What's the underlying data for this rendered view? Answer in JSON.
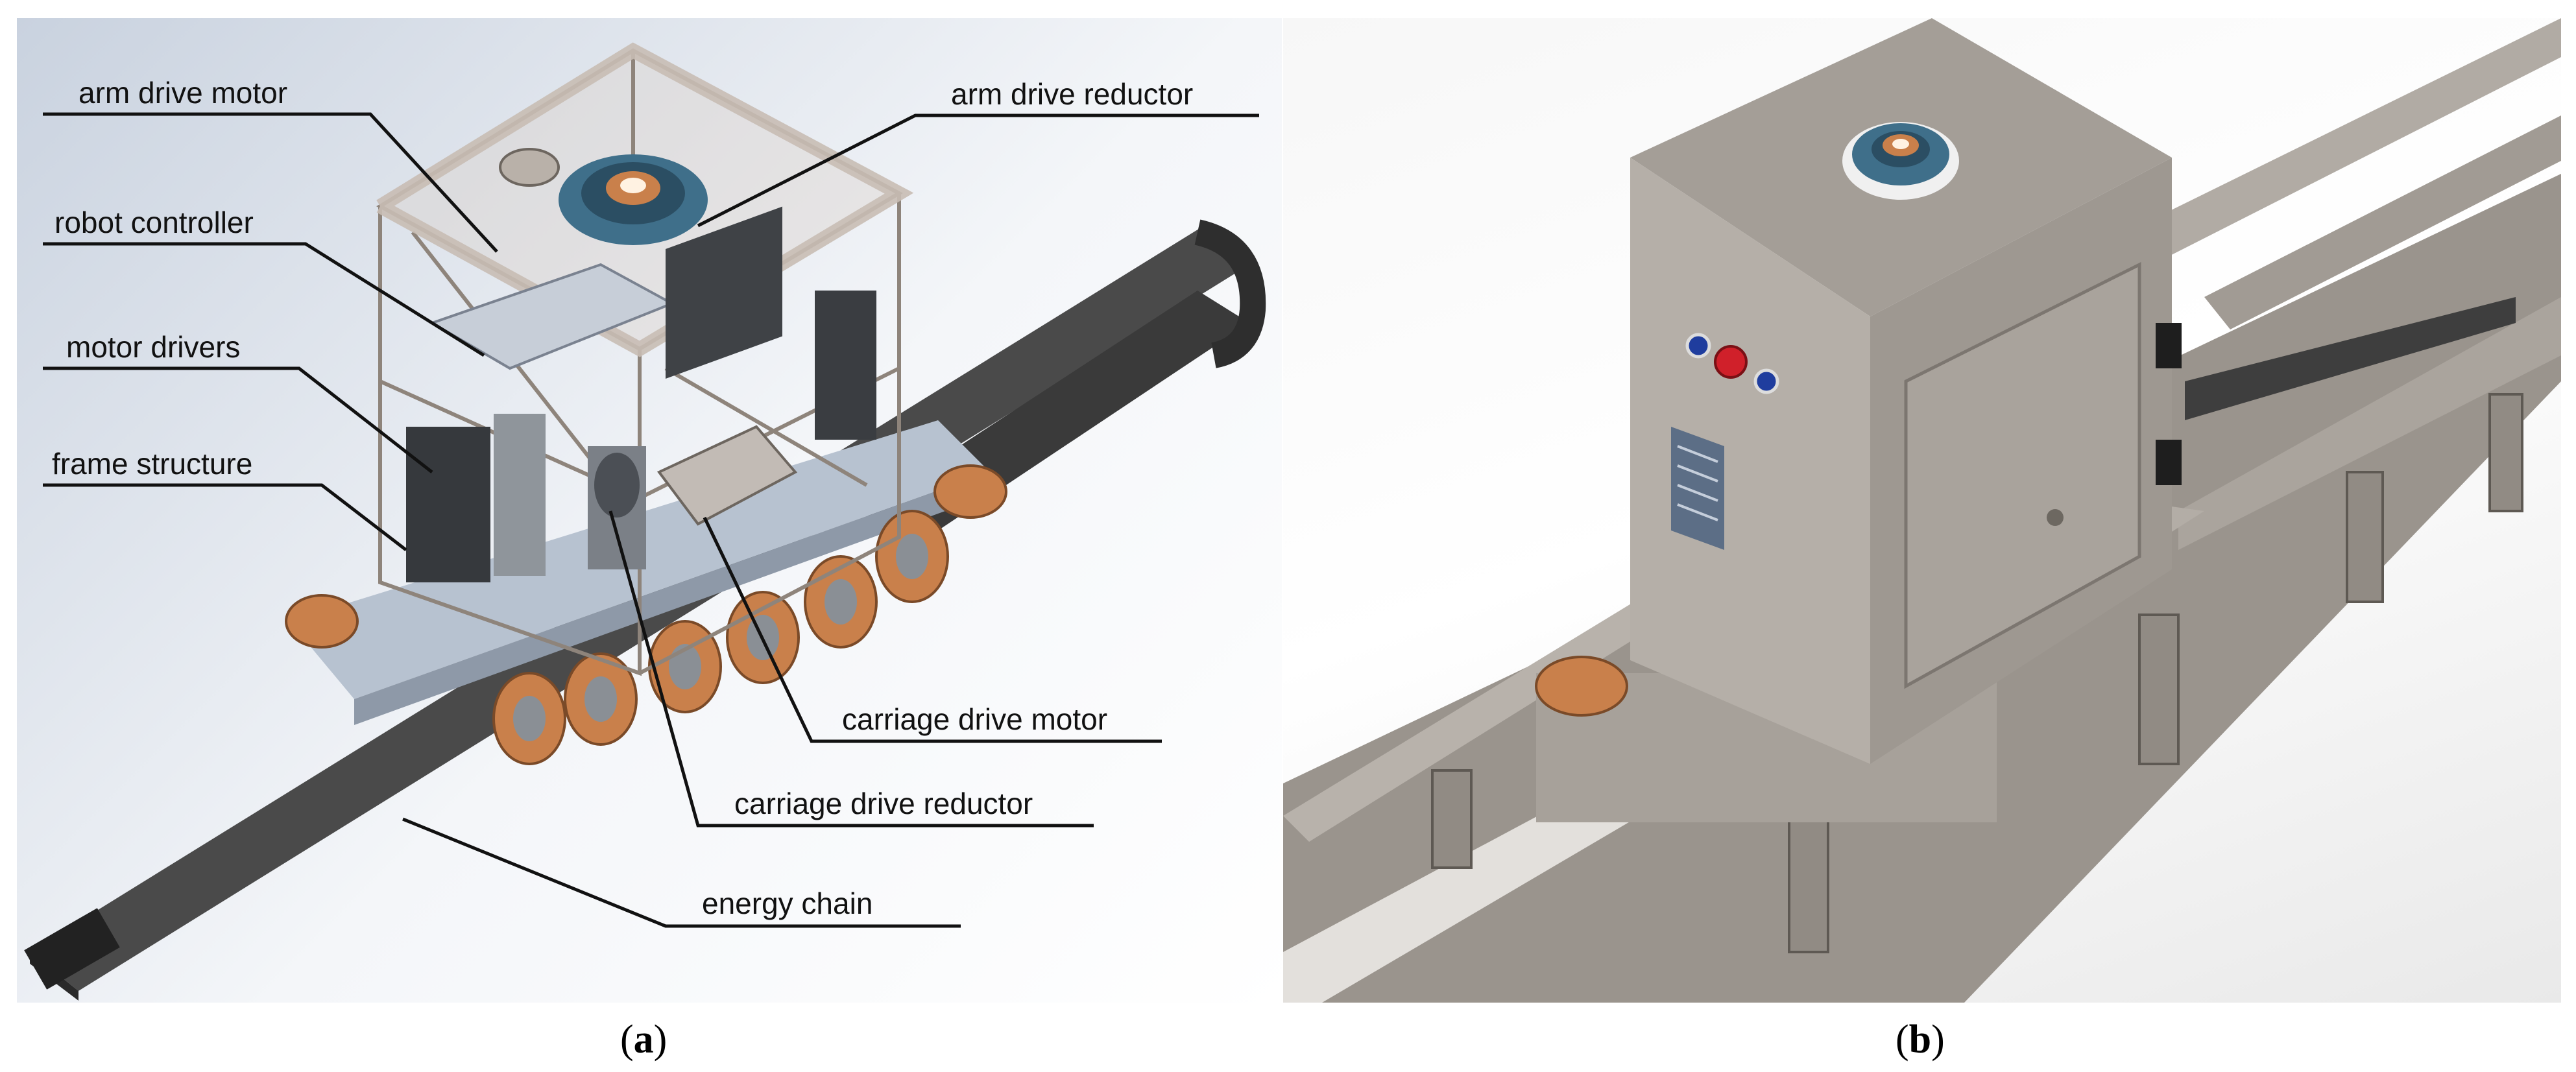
{
  "figure": {
    "panel_a": {
      "caption_letter": "a",
      "labels": {
        "arm_drive_motor": "arm drive motor",
        "arm_drive_reductor": "arm drive reductor",
        "robot_controller": "robot controller",
        "motor_drivers": "motor drivers",
        "frame_structure": "frame structure",
        "carriage_drive_motor": "carriage drive motor",
        "carriage_drive_reductor": "carriage drive reductor",
        "energy_chain": "energy chain"
      }
    },
    "panel_b": {
      "caption_letter": "b"
    }
  },
  "colors": {
    "frame": "#c8bdb4",
    "housing": "#a9a39c",
    "rail": "#948e87",
    "wheel": "#c9804b",
    "chain": "#3e3e3e",
    "reductor": "#3f6f8a",
    "estop": "#d0202a",
    "button_blue": "#1f3d9e"
  }
}
